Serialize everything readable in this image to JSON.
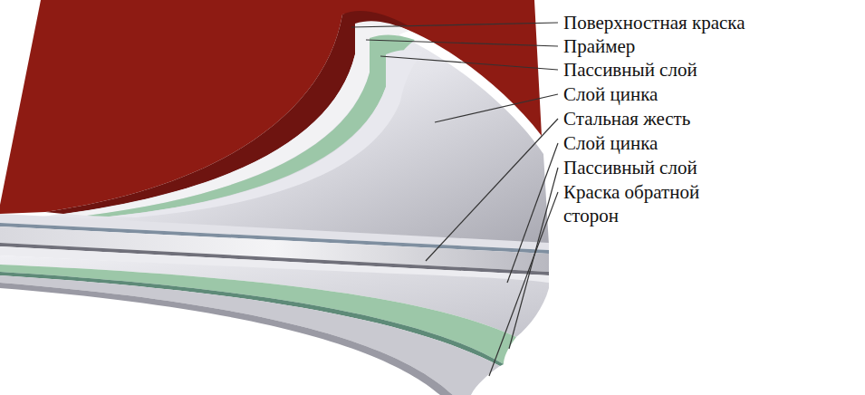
{
  "diagram": {
    "labels": [
      "Поверхностная краска",
      "Праймер",
      "Пассивный слой",
      "Слой цинка",
      "Стальная жесть",
      "Слой цинка",
      "Пассивный слой",
      "Краска обратной сторон"
    ]
  }
}
